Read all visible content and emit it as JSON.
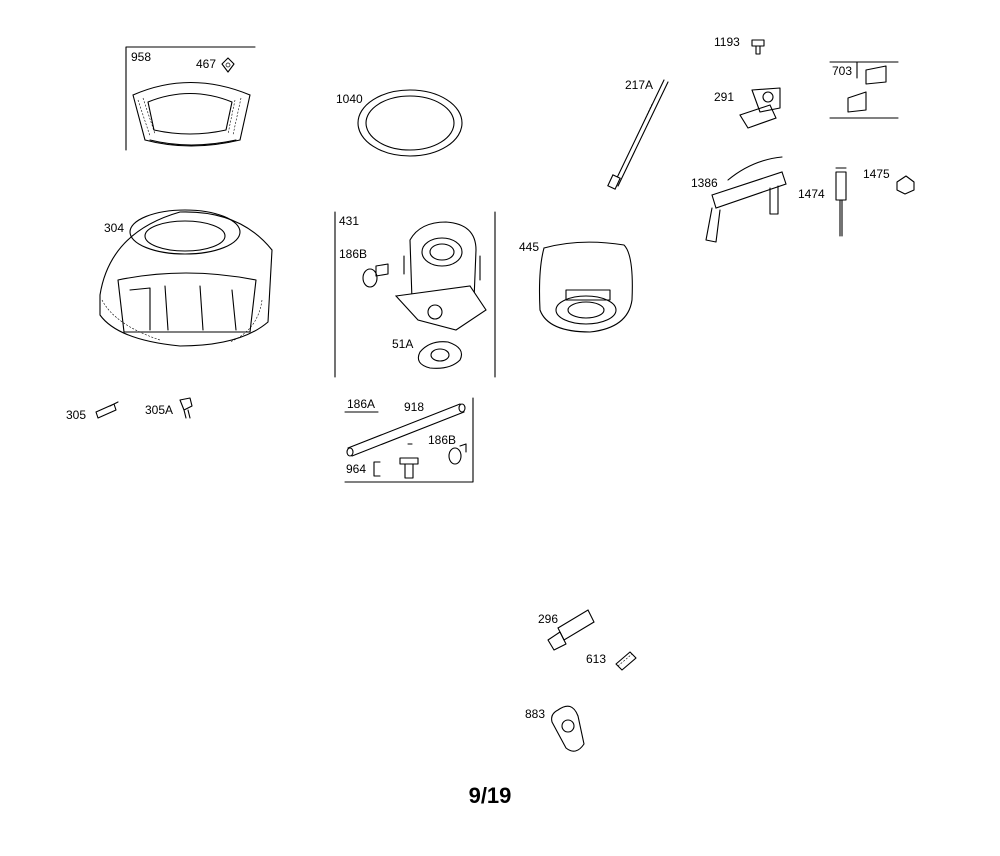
{
  "labels": {
    "p958": "958",
    "p467": "467",
    "p1040": "1040",
    "p217A": "217A",
    "p1193": "1193",
    "p291": "291",
    "p703": "703",
    "p1386": "1386",
    "p1474": "1474",
    "p1475": "1475",
    "p304": "304",
    "p431": "431",
    "p186B_a": "186B",
    "p51A": "51A",
    "p445": "445",
    "p305": "305",
    "p305A": "305A",
    "p186A": "186A",
    "p918": "918",
    "p186B_b": "186B",
    "p964": "964",
    "p296": "296",
    "p613": "613",
    "p883": "883"
  },
  "page": {
    "number": "9/19"
  }
}
